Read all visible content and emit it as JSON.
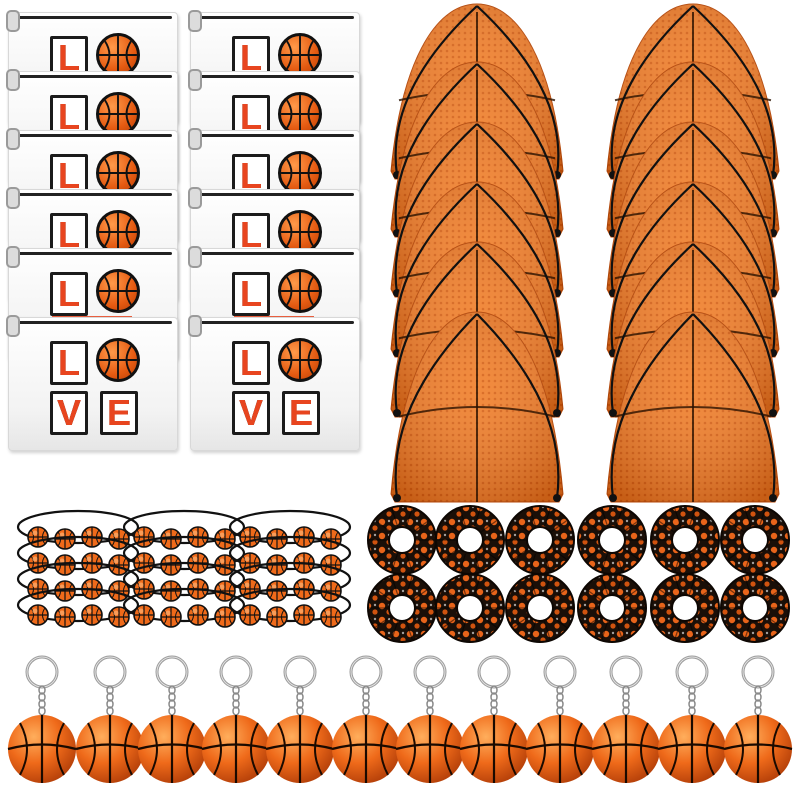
{
  "image": {
    "description_items": [
      {
        "name": "love-pouch",
        "count": 12
      },
      {
        "name": "drawstring-backpack",
        "count": 12
      },
      {
        "name": "bead-bracelet",
        "count": 12
      },
      {
        "name": "scrunchie",
        "count": 12
      },
      {
        "name": "basketball-keychain",
        "count": 12
      }
    ],
    "pouch_text": {
      "top": [
        "L",
        "O"
      ],
      "bottom": [
        "V",
        "E"
      ]
    },
    "colors": {
      "orange": "#ef6a1a",
      "orange_dark": "#c24a08",
      "black": "#111111",
      "white": "#ffffff",
      "letter_red": "#e8451f"
    }
  }
}
